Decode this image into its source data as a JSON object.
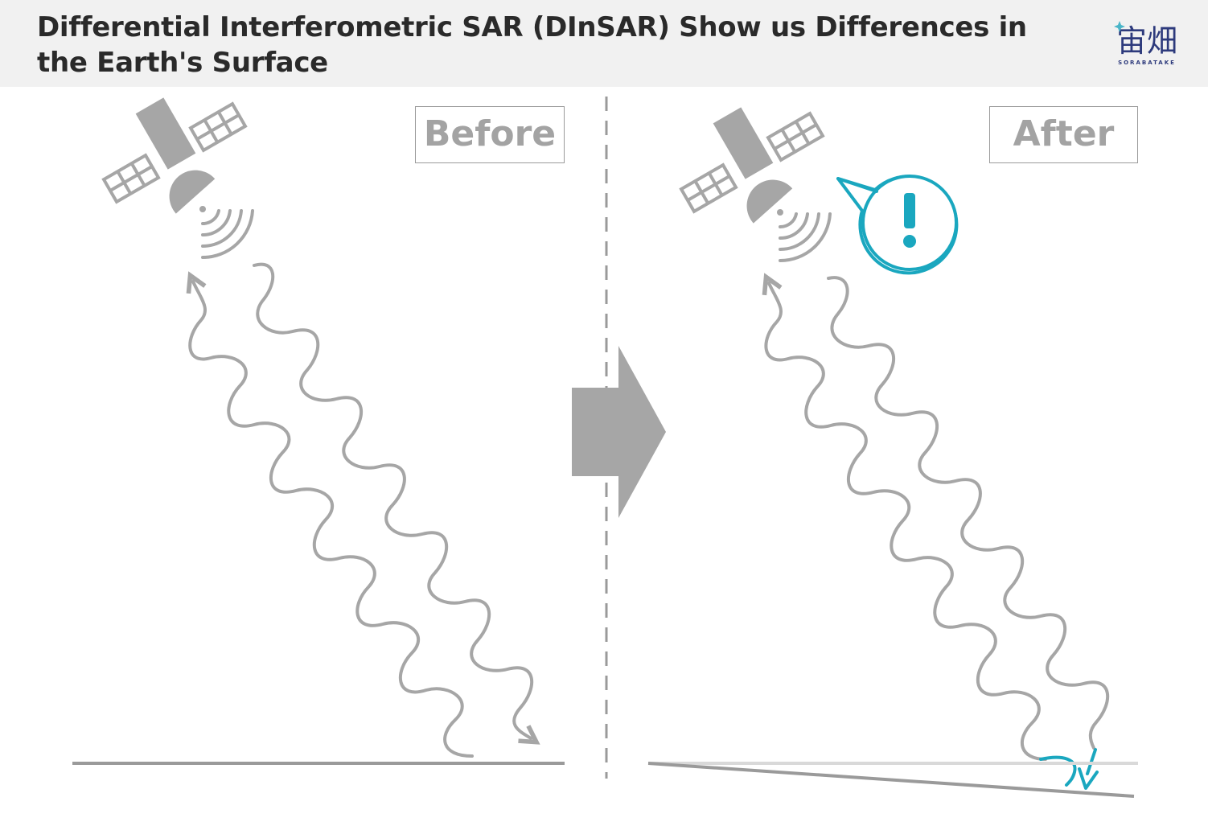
{
  "header": {
    "title": "Differential Interferometric SAR (DInSAR) Show us Differences in the Earth's Surface"
  },
  "logo": {
    "mark_text": "宙畑",
    "sub_text": "SORABATAKE"
  },
  "panels": {
    "before_label": "Before",
    "after_label": "After"
  },
  "icons": [
    "satellite-icon",
    "signal-waves-icon",
    "arrow-right-icon",
    "exclamation-bubble-icon"
  ],
  "colors": {
    "gray": "#a6a6a6",
    "accent": "#1aa7bf",
    "logo": "#2d3a7c",
    "header_bg": "#f1f1f1"
  }
}
